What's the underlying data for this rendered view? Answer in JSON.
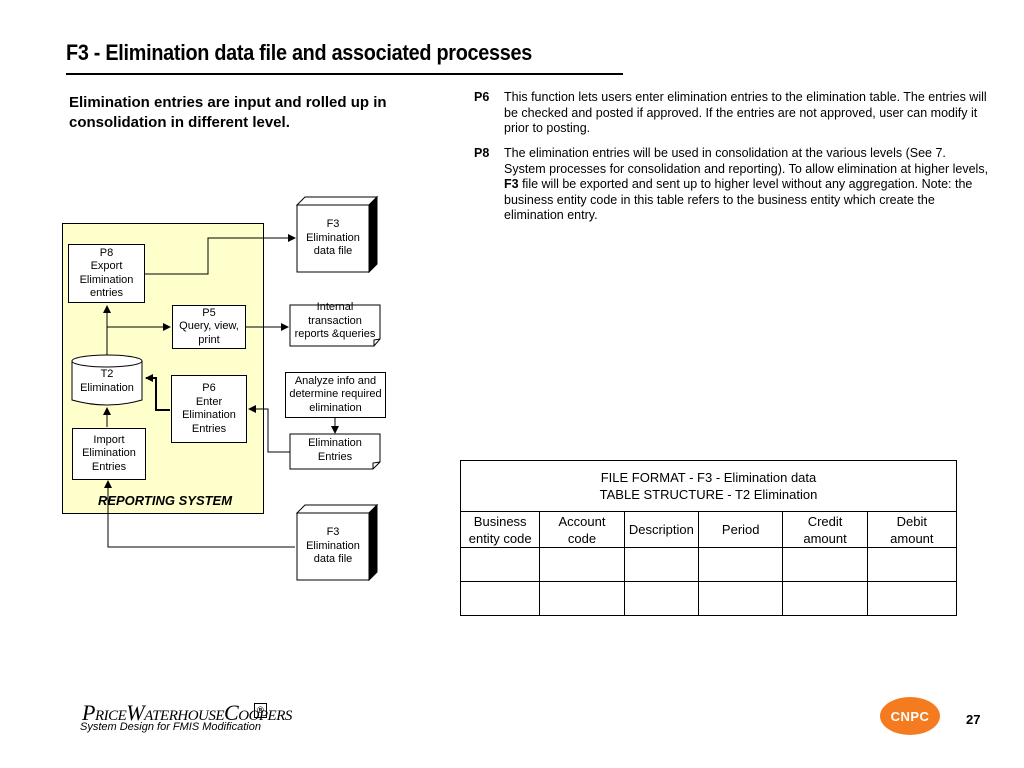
{
  "title": "F3 - Elimination data file and associated processes",
  "intro": "Elimination entries are input and rolled up in consolidation in different level.",
  "notes": [
    {
      "code": "P6",
      "text": "This function lets users enter elimination entries to the elimination table. The entries will be checked and posted if approved. If the entries are not approved, user can modify it prior to posting."
    },
    {
      "code": "P8",
      "text_before": "The elimination entries will be used in consolidation at the various levels (See 7. System processes for consolidation and reporting). To allow elimination at higher levels, ",
      "text_bold": "F3",
      "text_after": " file will be exported and sent up to higher level without any aggregation. Note: the business entity code in this table refers to the business entity which create the elimination entry."
    }
  ],
  "diagram": {
    "system_label": "REPORTING SYSTEM",
    "p8": [
      "P8",
      "Export",
      "Elimination",
      "entries"
    ],
    "p5": [
      "P5",
      "Query, view,",
      "print"
    ],
    "t2": [
      "T2",
      "Elimination"
    ],
    "p6": [
      "P6",
      "Enter",
      "Elimination",
      "Entries"
    ],
    "import": [
      "Import",
      "Elimination",
      "Entries"
    ],
    "f3_top": [
      "F3",
      "Elimination",
      "data file"
    ],
    "internal_reports": [
      "Internal",
      "transaction",
      "reports &queries"
    ],
    "analyze": [
      "Analyze info and",
      "determine required",
      "elimination"
    ],
    "elim_entries": [
      "Elimination",
      "Entries"
    ],
    "f3_bottom": [
      "F3",
      "Elimination",
      "data file"
    ]
  },
  "table": {
    "header_line1": "FILE FORMAT - F3 - Elimination data",
    "header_line2": "TABLE STRUCTURE - T2 Elimination",
    "columns": [
      [
        "Business",
        "entity code"
      ],
      [
        "Account",
        "code"
      ],
      [
        "Description"
      ],
      [
        "Period"
      ],
      [
        "Credit",
        "amount"
      ],
      [
        "Debit",
        "amount"
      ]
    ]
  },
  "footer": {
    "logo": "PRICEWATERHOUSECOOPERS",
    "subtitle": "System Design for FMIS Modification",
    "badge": "CNPC",
    "page": "27"
  }
}
